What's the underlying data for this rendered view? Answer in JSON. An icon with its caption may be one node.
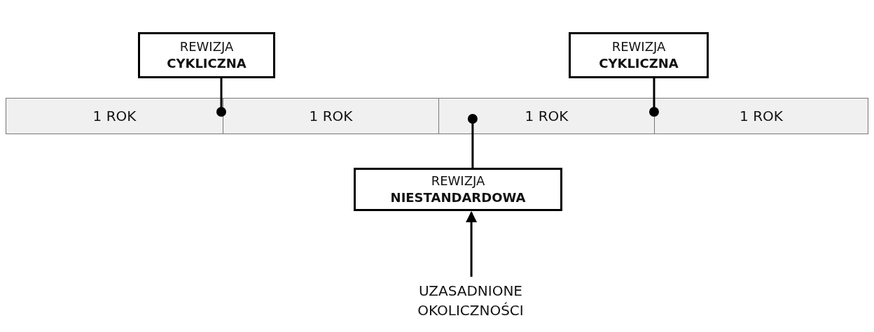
{
  "diagram": {
    "nodes": [
      {
        "text": [
          "REWIZJA",
          "CYKLICZNA"
        ]
      },
      {
        "text": [
          "REWIZJA",
          "CYKLICZNA"
        ]
      },
      {
        "text": [],
        "shape": "bar"
      },
      {
        "text": [
          "1 ROK"
        ],
        "in": 2
      },
      {
        "text": [
          "1 ROK"
        ],
        "in": 2
      },
      {
        "text": [
          "1 ROK"
        ],
        "in": 2
      },
      {
        "text": [
          "1 ROK"
        ],
        "in": 2
      },
      {
        "text": [
          "REWIZJA",
          "NIESTANDARDOWA"
        ]
      },
      {
        "text": [
          "UZASADNIONE OKOLICZNOŚCI"
        ]
      }
    ],
    "edges": [
      {
        "from": 0,
        "to": 2,
        "arrow": "other"
      },
      {
        "from": 1,
        "to": 2,
        "arrow": "other"
      },
      {
        "from": 7,
        "to": 5,
        "arrow": "other"
      },
      {
        "from": 8,
        "to": 7,
        "arrow": "to"
      }
    ]
  }
}
